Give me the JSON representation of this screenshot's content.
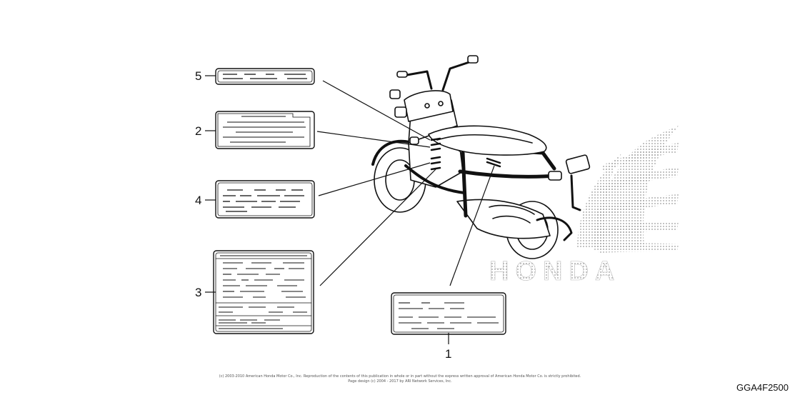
{
  "callouts": [
    {
      "num": "1"
    },
    {
      "num": "2"
    },
    {
      "num": "3"
    },
    {
      "num": "4"
    },
    {
      "num": "5"
    }
  ],
  "footer": {
    "copyright_line1": "(c) 2003-2010 American Honda Motor Co., Inc. Reproduction of the contents of this publication in whole or in part without the express written approval of American Honda Motor Co. is strictly prohibited.",
    "copyright_line2": "Page design (c) 2004 - 2017 by ARI Network Services, Inc.",
    "diagram_id": "GGA4F2500"
  },
  "watermark": {
    "text": "HONDA",
    "color": "#b9b9b9"
  },
  "colors": {
    "line": "#111111",
    "dot": "#9a9a9a"
  }
}
